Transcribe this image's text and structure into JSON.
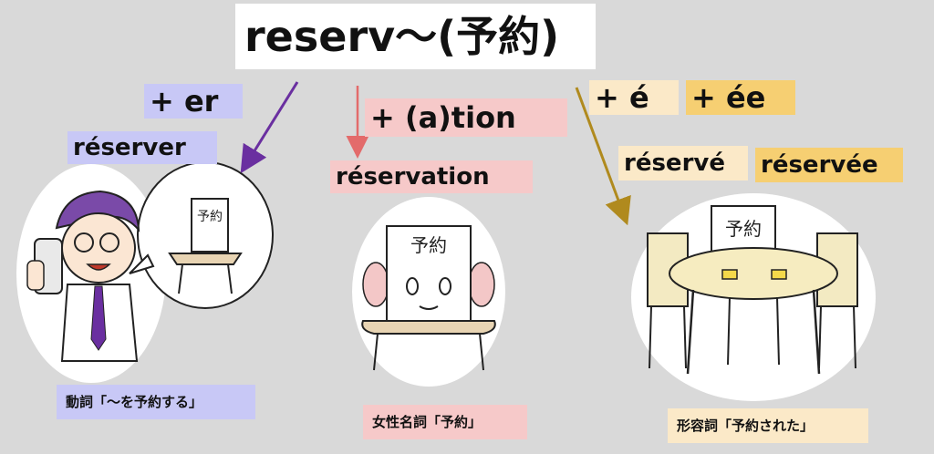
{
  "title": "reserv～(予約)",
  "branches": {
    "verb": {
      "suffix": "+ er",
      "word": "réserver",
      "caption": "動詞「～を予約する」"
    },
    "noun": {
      "suffix": "+ (a)tion",
      "word": "réservation",
      "caption": "女性名詞「予約」"
    },
    "adjective": {
      "suffix_masc": "+ é",
      "suffix_fem": "+ ée",
      "word_masc": "réservé",
      "word_fem": "réservée",
      "caption": "形容詞「予約された」"
    }
  },
  "sign_text": "予約",
  "colors": {
    "background": "#d9d9d9",
    "verb": "#c8c8f6",
    "noun": "#f6c9c9",
    "adj_masc": "#fbe9c8",
    "adj_fem": "#f6cf72",
    "verb_arrow": "#6a2fa0",
    "noun_arrow": "#e36b6b",
    "adj_arrow": "#b08a1e"
  },
  "icons": [
    "arrow-verb-icon",
    "arrow-noun-icon",
    "arrow-adjective-icon",
    "man-with-phone-icon",
    "reservation-sign-icon",
    "reserved-table-icon"
  ]
}
